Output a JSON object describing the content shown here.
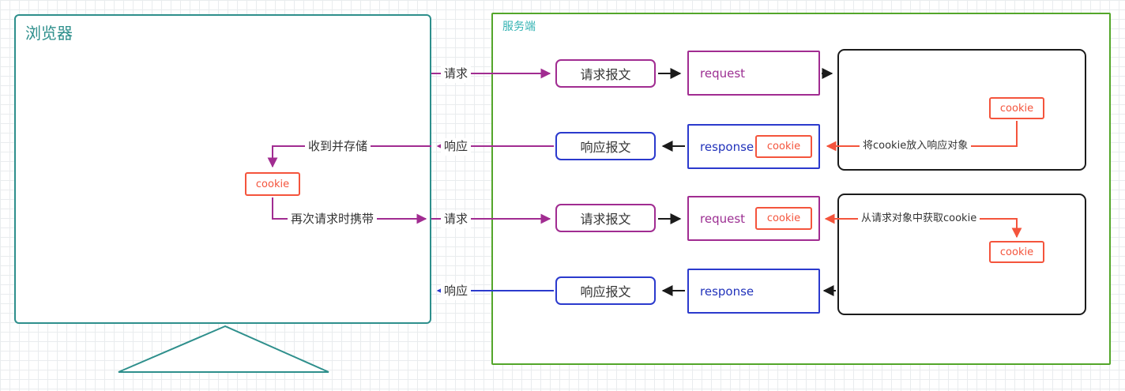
{
  "colors": {
    "browser_border": "#2e8f8c",
    "server_border": "#53a62a",
    "server_title": "#35b3b3",
    "request_accent": "#a12c91",
    "response_accent": "#2b3acd",
    "cookie_accent": "#f4543c",
    "servlet_border": "#1b1b1b"
  },
  "browser": {
    "title": "浏览器",
    "cookie": "cookie",
    "store_note": "收到并存储",
    "carry_note": "再次请求时携带"
  },
  "server": {
    "title": "服务端"
  },
  "flow": {
    "request1": "请求",
    "response1": "响应",
    "request2": "请求",
    "response2": "响应"
  },
  "exchange1": {
    "request_message": "请求报文",
    "request_object": "request",
    "servlet_cookie": "cookie",
    "put_note": "将cookie放入响应对象",
    "response_message": "响应报文",
    "response_object": "response",
    "response_cookie": "cookie"
  },
  "exchange2": {
    "request_message": "请求报文",
    "request_object": "request",
    "request_cookie": "cookie",
    "get_note": "从请求对象中获取cookie",
    "servlet_cookie": "cookie",
    "response_message": "响应报文",
    "response_object": "response"
  }
}
